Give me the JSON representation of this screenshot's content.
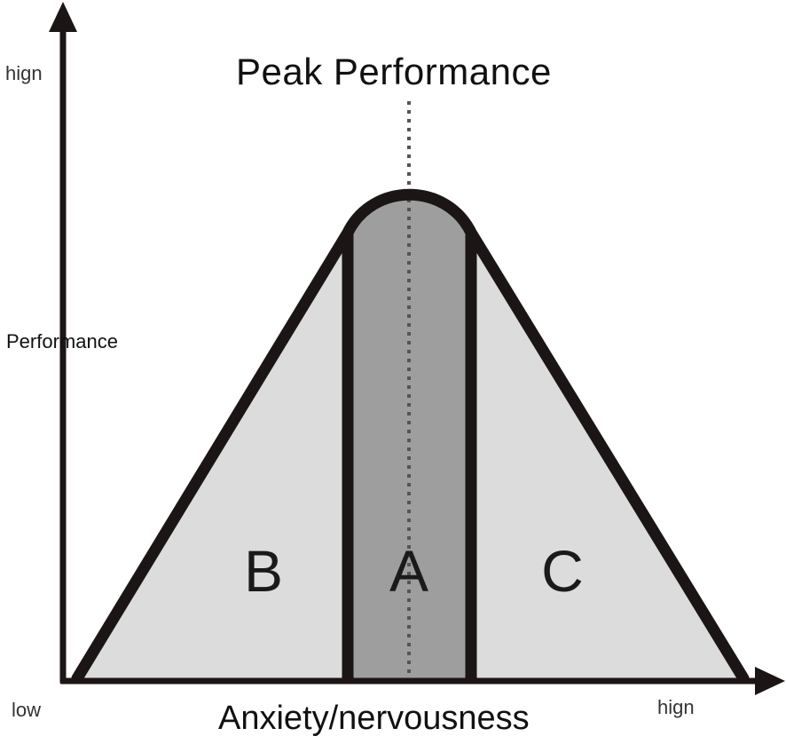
{
  "title": "Peak Performance",
  "y_axis": {
    "label": "Performance",
    "high_label": "hign"
  },
  "x_axis": {
    "label": "Anxiety/nervousness",
    "low_label": "low",
    "high_label": "hign"
  },
  "regions": [
    {
      "id": "B",
      "label": "B",
      "fill": "#dcdcdc"
    },
    {
      "id": "A",
      "label": "A",
      "fill": "#9e9e9e"
    },
    {
      "id": "C",
      "label": "C",
      "fill": "#dcdcdc"
    }
  ],
  "colors": {
    "outline": "#1c1515",
    "axis": "#1c1515",
    "peak_line": "#555555"
  }
}
